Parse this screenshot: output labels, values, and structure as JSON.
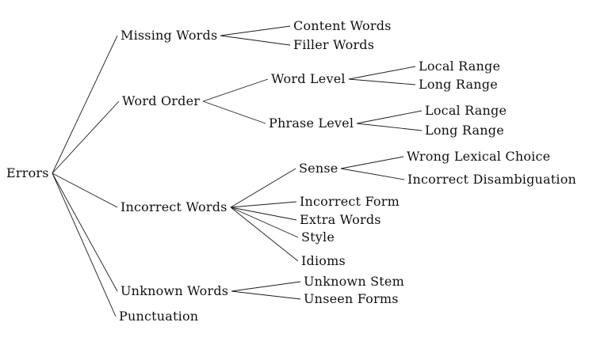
{
  "diagram": {
    "type": "tree",
    "orientation": "left-to-right",
    "background_color": "#ffffff",
    "text_color": "#111111",
    "line_color": "#1c1c1c",
    "root": {
      "label": "Errors",
      "children": [
        {
          "label": "Missing Words",
          "children": [
            {
              "label": "Content Words"
            },
            {
              "label": "Filler Words"
            }
          ]
        },
        {
          "label": "Word Order",
          "children": [
            {
              "label": "Word Level",
              "children": [
                {
                  "label": "Local Range"
                },
                {
                  "label": "Long Range"
                }
              ]
            },
            {
              "label": "Phrase Level",
              "children": [
                {
                  "label": "Local Range"
                },
                {
                  "label": "Long Range"
                }
              ]
            }
          ]
        },
        {
          "label": "Incorrect Words",
          "children": [
            {
              "label": "Sense",
              "children": [
                {
                  "label": "Wrong Lexical Choice"
                },
                {
                  "label": "Incorrect Disambiguation"
                }
              ]
            },
            {
              "label": "Incorrect Form"
            },
            {
              "label": "Extra Words"
            },
            {
              "label": "Style"
            },
            {
              "label": "Idioms"
            }
          ]
        },
        {
          "label": "Unknown Words",
          "children": [
            {
              "label": "Unknown Stem"
            },
            {
              "label": "Unseen Forms"
            }
          ]
        },
        {
          "label": "Punctuation"
        }
      ]
    }
  }
}
